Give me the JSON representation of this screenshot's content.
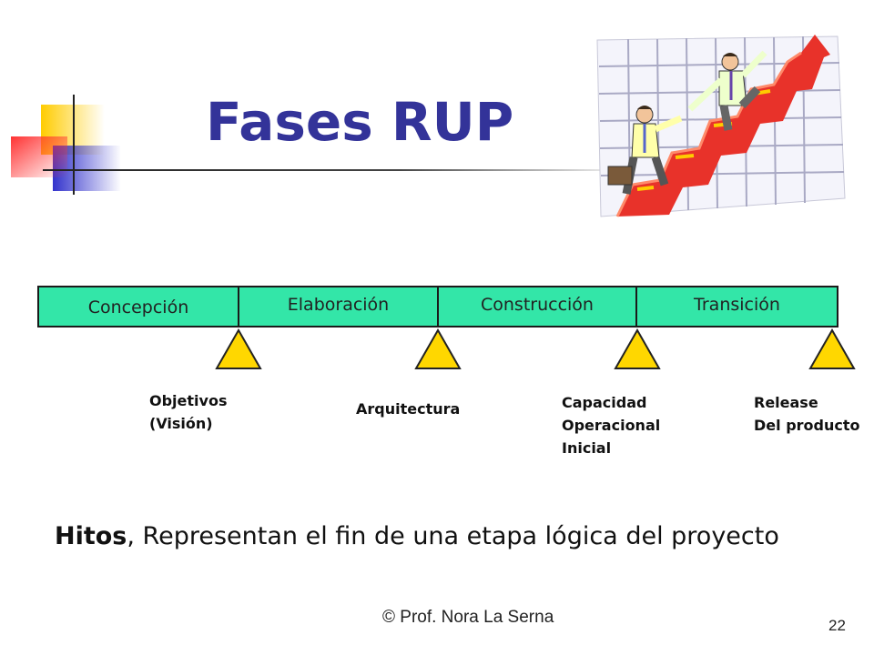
{
  "slide": {
    "title": "Fases RUP",
    "phases": [
      {
        "label": "Concepción"
      },
      {
        "label": "Elaboración"
      },
      {
        "label": "Construcción"
      },
      {
        "label": "Transición"
      }
    ],
    "milestones": [
      {
        "label": "Objetivos\n(Visión)"
      },
      {
        "label": "Arquitectura"
      },
      {
        "label": "Capacidad\nOperacional\nInicial"
      },
      {
        "label": "Release\nDel producto"
      }
    ],
    "caption": {
      "bold": "Hitos",
      "rest": ", Representan el fin de una etapa lógica del proyecto"
    },
    "footer": "© Prof. Nora La Serna",
    "page_number": "22"
  },
  "colors": {
    "title": "#333399",
    "phase_fill": "#33e6a8",
    "milestone_fill": "#ffd700",
    "deco_yellow": "#ffcc00",
    "deco_blue": "#3333cc",
    "deco_red": "#ff3333"
  },
  "icons": {
    "clipart": "businessmen-climbing-arrow-chart-icon",
    "decoration": "corner-squares-decoration"
  }
}
